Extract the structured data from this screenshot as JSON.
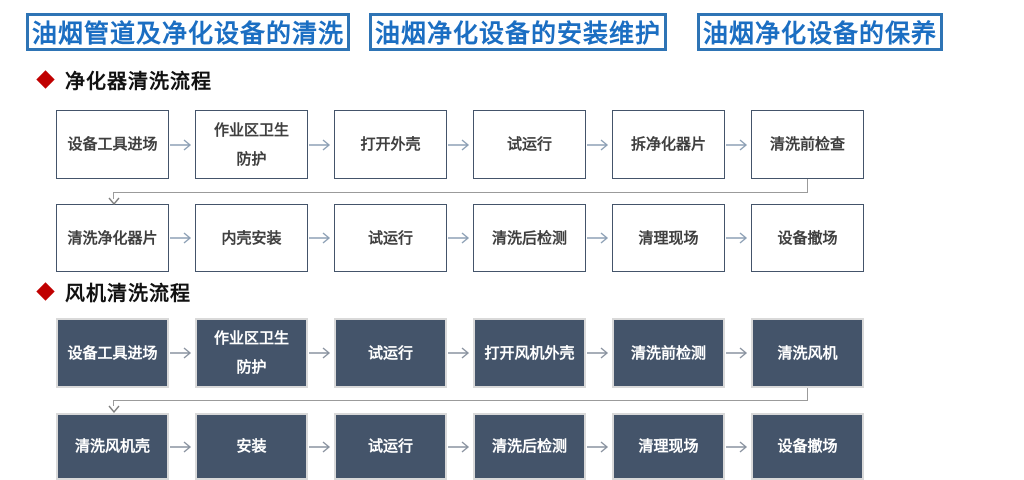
{
  "header": {
    "tabs": [
      {
        "label": "油烟管道及净化设备的清洗"
      },
      {
        "label": "油烟净化设备的安装维护"
      },
      {
        "label": "油烟净化设备的保养"
      }
    ]
  },
  "sections": [
    {
      "title": "净化器清洗流程",
      "style": "light",
      "rows": [
        [
          "设备工具进场",
          "作业区卫生\n防护",
          "打开外壳",
          "试运行",
          "拆净化器片",
          "清洗前检查"
        ],
        [
          "清洗净化器片",
          "内壳安装",
          "试运行",
          "清洗后检测",
          "清理现场",
          "设备撤场"
        ]
      ]
    },
    {
      "title": "风机清洗流程",
      "style": "dark",
      "rows": [
        [
          "设备工具进场",
          "作业区卫生\n防护",
          "试运行",
          "打开风机外壳",
          "清洗前检测",
          "清洗风机"
        ],
        [
          "清洗风机壳",
          "安装",
          "试运行",
          "清洗后检测",
          "清理现场",
          "设备撤场"
        ]
      ]
    }
  ],
  "colors": {
    "header_text_blue": "#1B6EC2",
    "header_border_blue": "#2E74B5",
    "dark_box_fill": "#44546A",
    "light_box_border": "#44546A",
    "bullet_red": "#C00000",
    "connector_gray": "#9B9B9B"
  }
}
